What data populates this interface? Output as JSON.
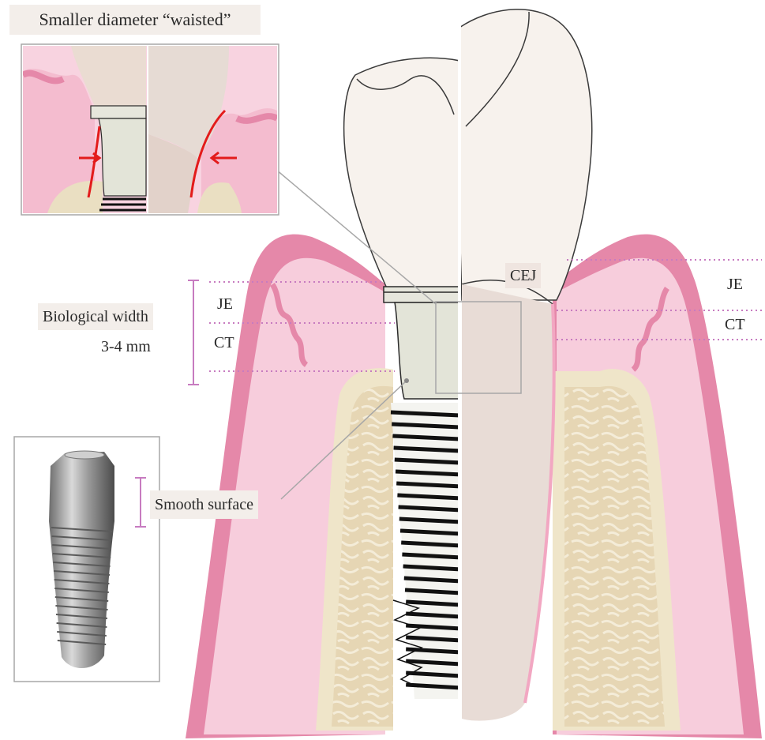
{
  "labels": {
    "inset_title": "Smaller diameter “waisted”",
    "biological_width": "Biological width",
    "bw_measure": "3-4 mm",
    "je_left": "JE",
    "ct_left": "CT",
    "cej": "CEJ",
    "je_right": "JE",
    "ct_right": "CT",
    "smooth_surface": "Smooth surface"
  },
  "colors": {
    "gum_outer": "#e27fa3",
    "gum_inner": "#f6c6d6",
    "bone_cortex": "#eadfc2",
    "bone_trabecular": "#e4d5b4",
    "crown": "#f6f1ec",
    "root": "#e8dcd6",
    "abutment": "#e3e4d8",
    "threads": "#1c1c1c",
    "dotted_lines": "#c77bc0",
    "callout_box": "#a7a7a7",
    "arrow": "#e31b1b"
  },
  "icons": {
    "implant_photo": "grey-implant-render-icon",
    "red_arrows": "arrow-right-icon"
  }
}
